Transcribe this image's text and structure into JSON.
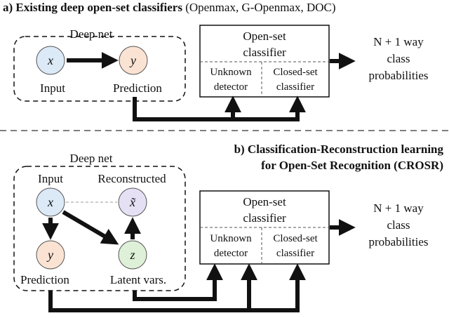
{
  "panel_a": {
    "title_bold": "a) Existing deep open-set classifiers",
    "title_rest": " (Openmax, G-Openmax, DOC)",
    "deep_net_label": "Deep net",
    "input_symbol": "x",
    "output_symbol": "y",
    "input_label": "Input",
    "prediction_label": "Prediction",
    "classifier_title_1": "Open-set",
    "classifier_title_2": "classifier",
    "unknown_1": "Unknown",
    "unknown_2": "detector",
    "closed_1": "Closed-set",
    "closed_2": "classifier",
    "output_1": "N + 1 way",
    "output_2": "class",
    "output_3": "probabilities"
  },
  "panel_b": {
    "title_line1": "b) Classification-Reconstruction learning",
    "title_line2": "for Open-Set Recognition (CROSR)",
    "deep_net_label": "Deep net",
    "input_label": "Input",
    "reconstructed_label": "Reconstructed",
    "prediction_label": "Prediction",
    "latent_label": "Latent vars.",
    "input_symbol": "x",
    "reconstructed_symbol": "x̃",
    "output_symbol": "y",
    "latent_symbol": "z",
    "classifier_title_1": "Open-set",
    "classifier_title_2": "classifier",
    "unknown_1": "Unknown",
    "unknown_2": "detector",
    "closed_1": "Closed-set",
    "closed_2": "classifier",
    "output_1": "N + 1 way",
    "output_2": "class",
    "output_3": "probabilities"
  },
  "colors": {
    "input_node": "#dce9f7",
    "output_node": "#fbe3d3",
    "reconstructed_node": "#e6e0f5",
    "latent_node": "#dff0d8",
    "stroke": "#111111"
  }
}
